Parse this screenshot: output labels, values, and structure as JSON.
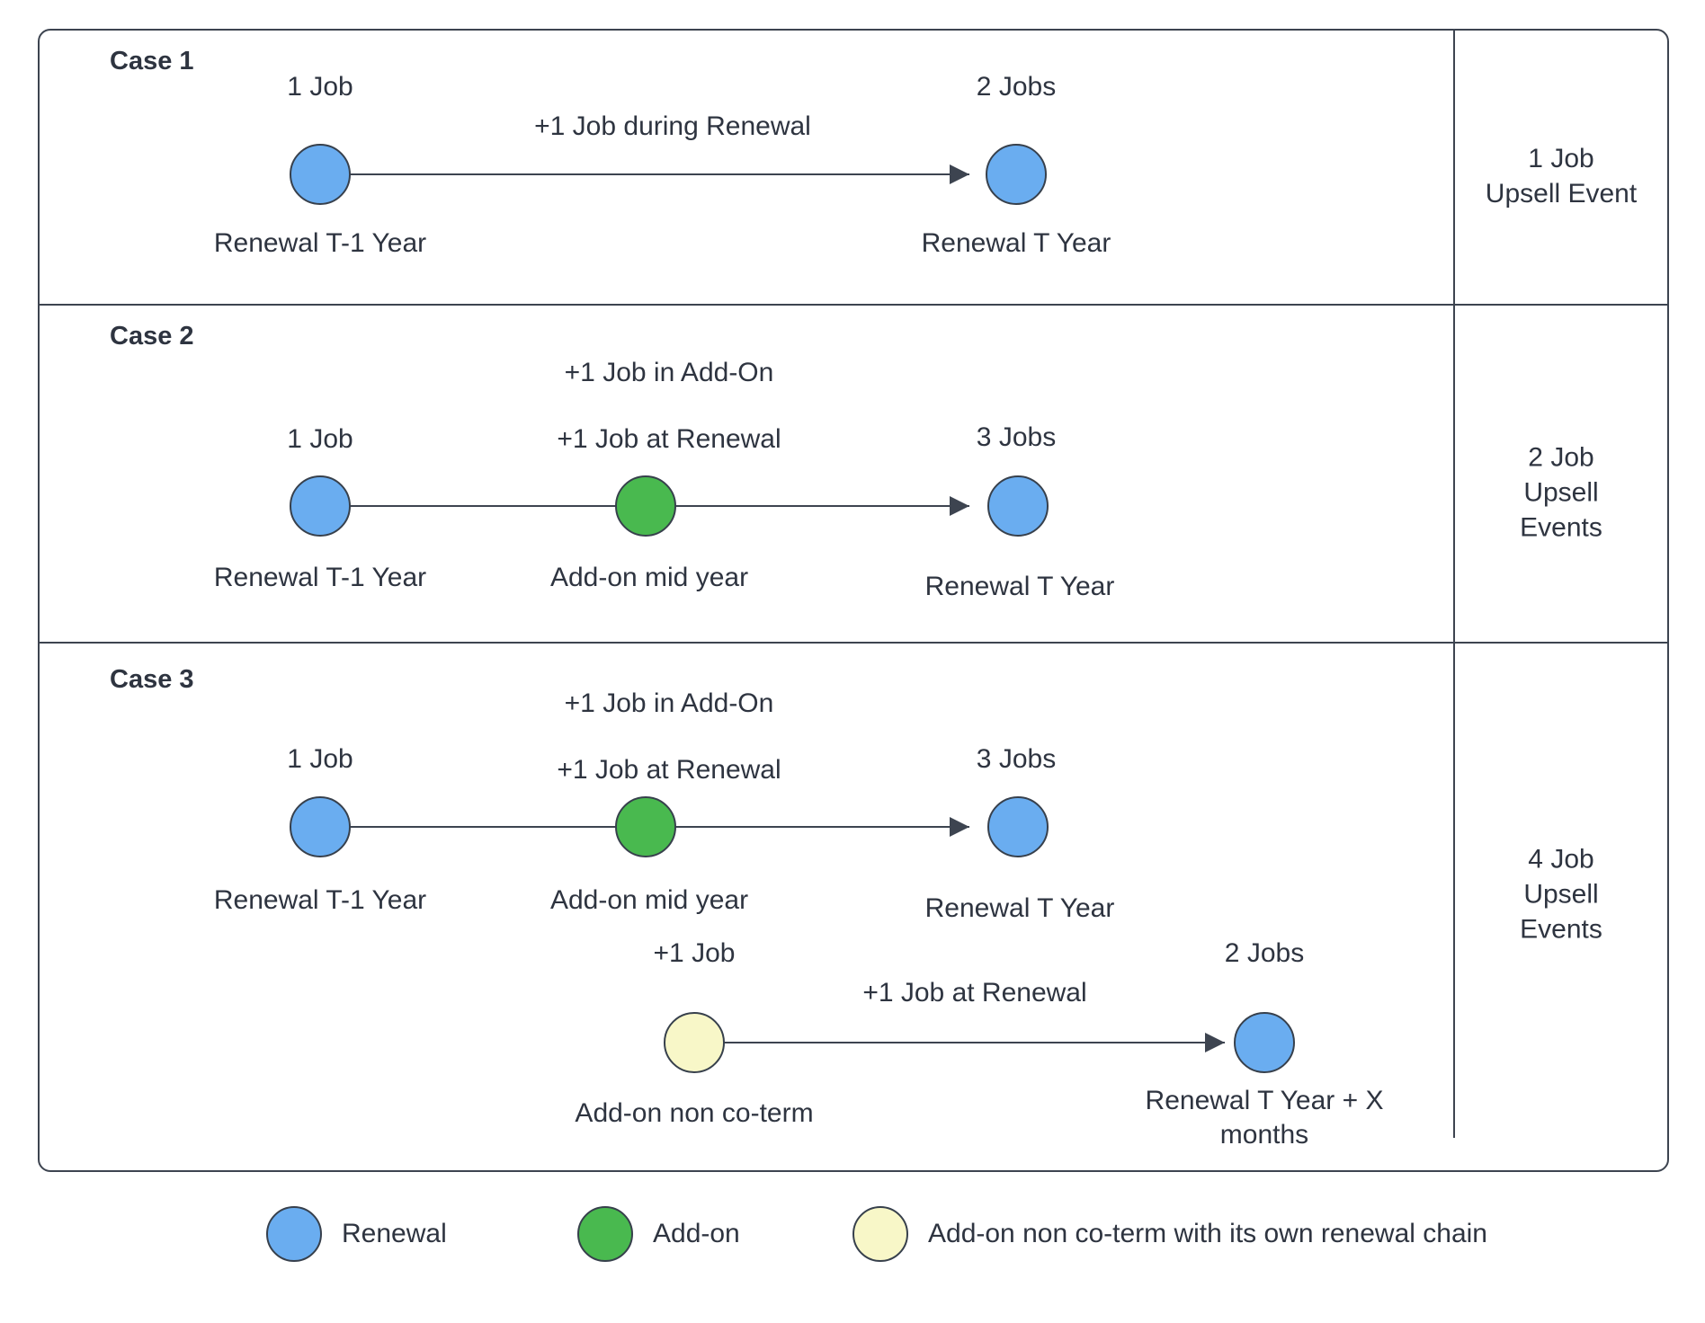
{
  "diagram": {
    "title_hidden": "",
    "colors": {
      "renewal_node": "#6AADF0",
      "addon_node": "#49B94F",
      "addon_noncoterm_node": "#F8F7C8",
      "stroke": "#3D4450",
      "text": "#2E3440"
    },
    "rows": [
      {
        "case_label": "Case 1",
        "summary": "1 Job\nUpsell Event",
        "summary_lines": [
          "1 Job",
          "Upsell Event"
        ],
        "chains": [
          {
            "nodes": [
              {
                "type": "renewal",
                "top_label": "1 Job",
                "bottom_label": "Renewal T-1 Year"
              },
              {
                "type": "renewal",
                "top_label": "2 Jobs",
                "bottom_label": "Renewal T Year"
              }
            ],
            "edges": [
              {
                "label": "+1 Job during Renewal"
              }
            ]
          }
        ]
      },
      {
        "case_label": "Case 2",
        "summary_lines": [
          "2 Job",
          "Upsell",
          "Events"
        ],
        "chains": [
          {
            "nodes": [
              {
                "type": "renewal",
                "top_label": "1 Job",
                "bottom_label": "Renewal T-1 Year"
              },
              {
                "type": "addon",
                "top_label": "+1 Job at Renewal",
                "top_label2": "+1 Job in Add-On",
                "bottom_label": "Add-on mid year"
              },
              {
                "type": "renewal",
                "top_label": "3 Jobs",
                "bottom_label": "Renewal T Year"
              }
            ],
            "edges": [
              {
                "label": ""
              },
              {
                "label": ""
              }
            ]
          }
        ]
      },
      {
        "case_label": "Case 3",
        "summary_lines": [
          "4 Job",
          "Upsell",
          "Events"
        ],
        "chains": [
          {
            "nodes": [
              {
                "type": "renewal",
                "top_label": "1 Job",
                "bottom_label": "Renewal T-1 Year"
              },
              {
                "type": "addon",
                "top_label": "+1 Job at Renewal",
                "top_label2": "+1 Job in Add-On",
                "bottom_label": "Add-on mid year"
              },
              {
                "type": "renewal",
                "top_label": "3 Jobs",
                "bottom_label": "Renewal T Year"
              }
            ],
            "edges": [
              {
                "label": ""
              },
              {
                "label": ""
              }
            ]
          },
          {
            "nodes": [
              {
                "type": "addon_noncoterm",
                "top_label": "+1 Job",
                "bottom_label": "Add-on non co-term"
              },
              {
                "type": "renewal",
                "top_label": "2 Jobs",
                "bottom_label": "Renewal T Year + X months"
              }
            ],
            "edges": [
              {
                "label": "+1 Job at Renewal"
              }
            ]
          }
        ]
      }
    ]
  },
  "case1": {
    "title": "Case 1",
    "node1_top": "1 Job",
    "node1_bottom": "Renewal T-1 Year",
    "edge_label": "+1 Job during Renewal",
    "node2_top": "2 Jobs",
    "node2_bottom": "Renewal T Year",
    "summary_l1": "1 Job",
    "summary_l2": "Upsell Event"
  },
  "case2": {
    "title": "Case 2",
    "node1_top": "1 Job",
    "node1_bottom": "Renewal T-1 Year",
    "mid_top1": "+1 Job in Add-On",
    "mid_top2": "+1 Job at Renewal",
    "node2_bottom": "Add-on mid year",
    "node3_top": "3 Jobs",
    "node3_bottom": "Renewal T Year",
    "summary_l1": "2 Job",
    "summary_l2": "Upsell",
    "summary_l3": "Events"
  },
  "case3": {
    "title": "Case 3",
    "node1_top": "1 Job",
    "node1_bottom": "Renewal T-1 Year",
    "mid_top1": "+1 Job in Add-On",
    "mid_top2": "+1 Job at Renewal",
    "node2_bottom": "Add-on mid year",
    "node3_top": "3 Jobs",
    "node3_bottom": "Renewal T Year",
    "sub_node1_top": "+1 Job",
    "sub_node1_bottom": "Add-on non co-term",
    "sub_edge_label": "+1 Job at Renewal",
    "sub_node2_top": "2 Jobs",
    "sub_node2_bottom_l1": "Renewal T Year + X",
    "sub_node2_bottom_l2": "months",
    "summary_l1": "4 Job",
    "summary_l2": "Upsell",
    "summary_l3": "Events"
  },
  "legend": {
    "items": [
      {
        "color_name": "blue",
        "label": "Renewal"
      },
      {
        "color_name": "green",
        "label": "Add-on"
      },
      {
        "color_name": "yellow",
        "label": "Add-on non co-term with its own renewal chain"
      }
    ]
  }
}
